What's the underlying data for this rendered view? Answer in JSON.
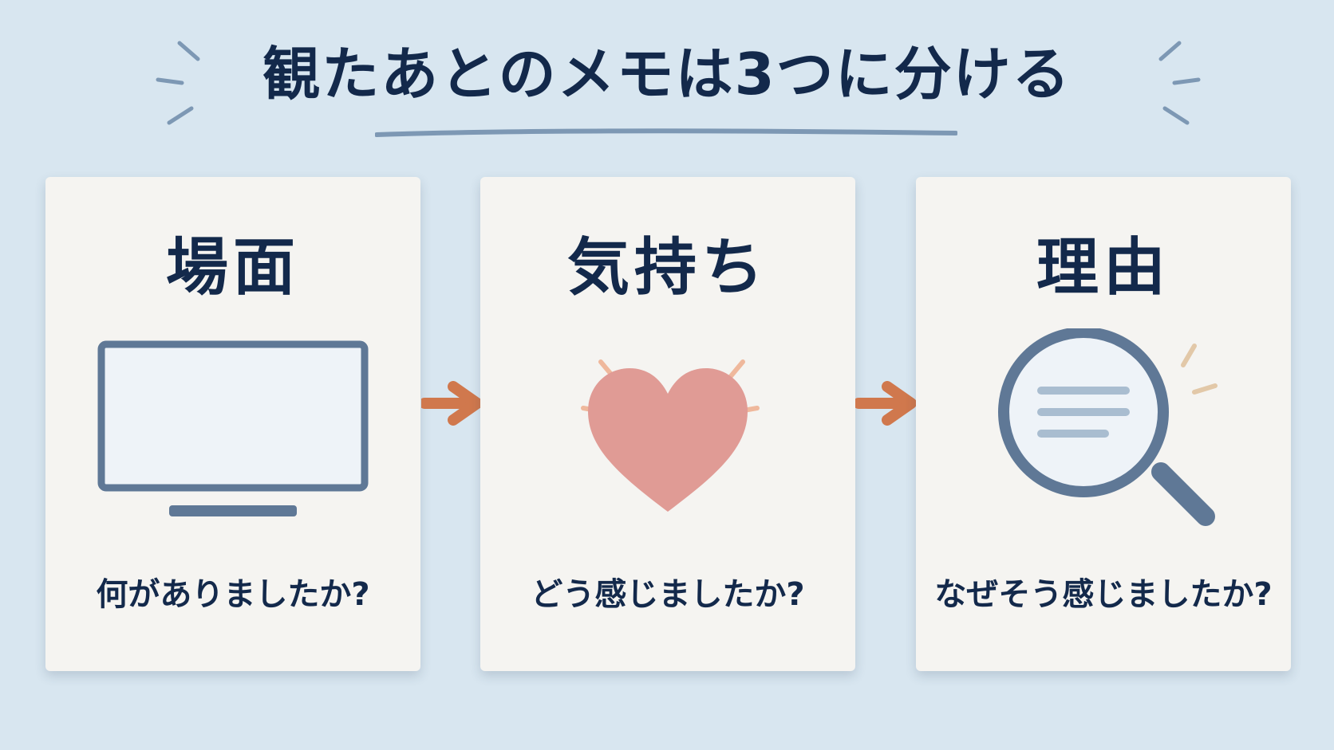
{
  "title": "観たあとのメモは3つに分ける",
  "colors": {
    "background": "#d8e6f0",
    "card": "#f5f4f1",
    "text": "#13294b",
    "accent_blue": "#5f7896",
    "arrow": "#d0784d",
    "heart": "#e09b95"
  },
  "cards": [
    {
      "title": "場面",
      "icon": "tv-icon",
      "question": "何がありましたか?"
    },
    {
      "title": "気持ち",
      "icon": "heart-icon",
      "question": "どう感じましたか?"
    },
    {
      "title": "理由",
      "icon": "magnifier-icon",
      "question": "なぜそう感じましたか?"
    }
  ],
  "arrows": [
    "arrow-right-icon",
    "arrow-right-icon"
  ]
}
